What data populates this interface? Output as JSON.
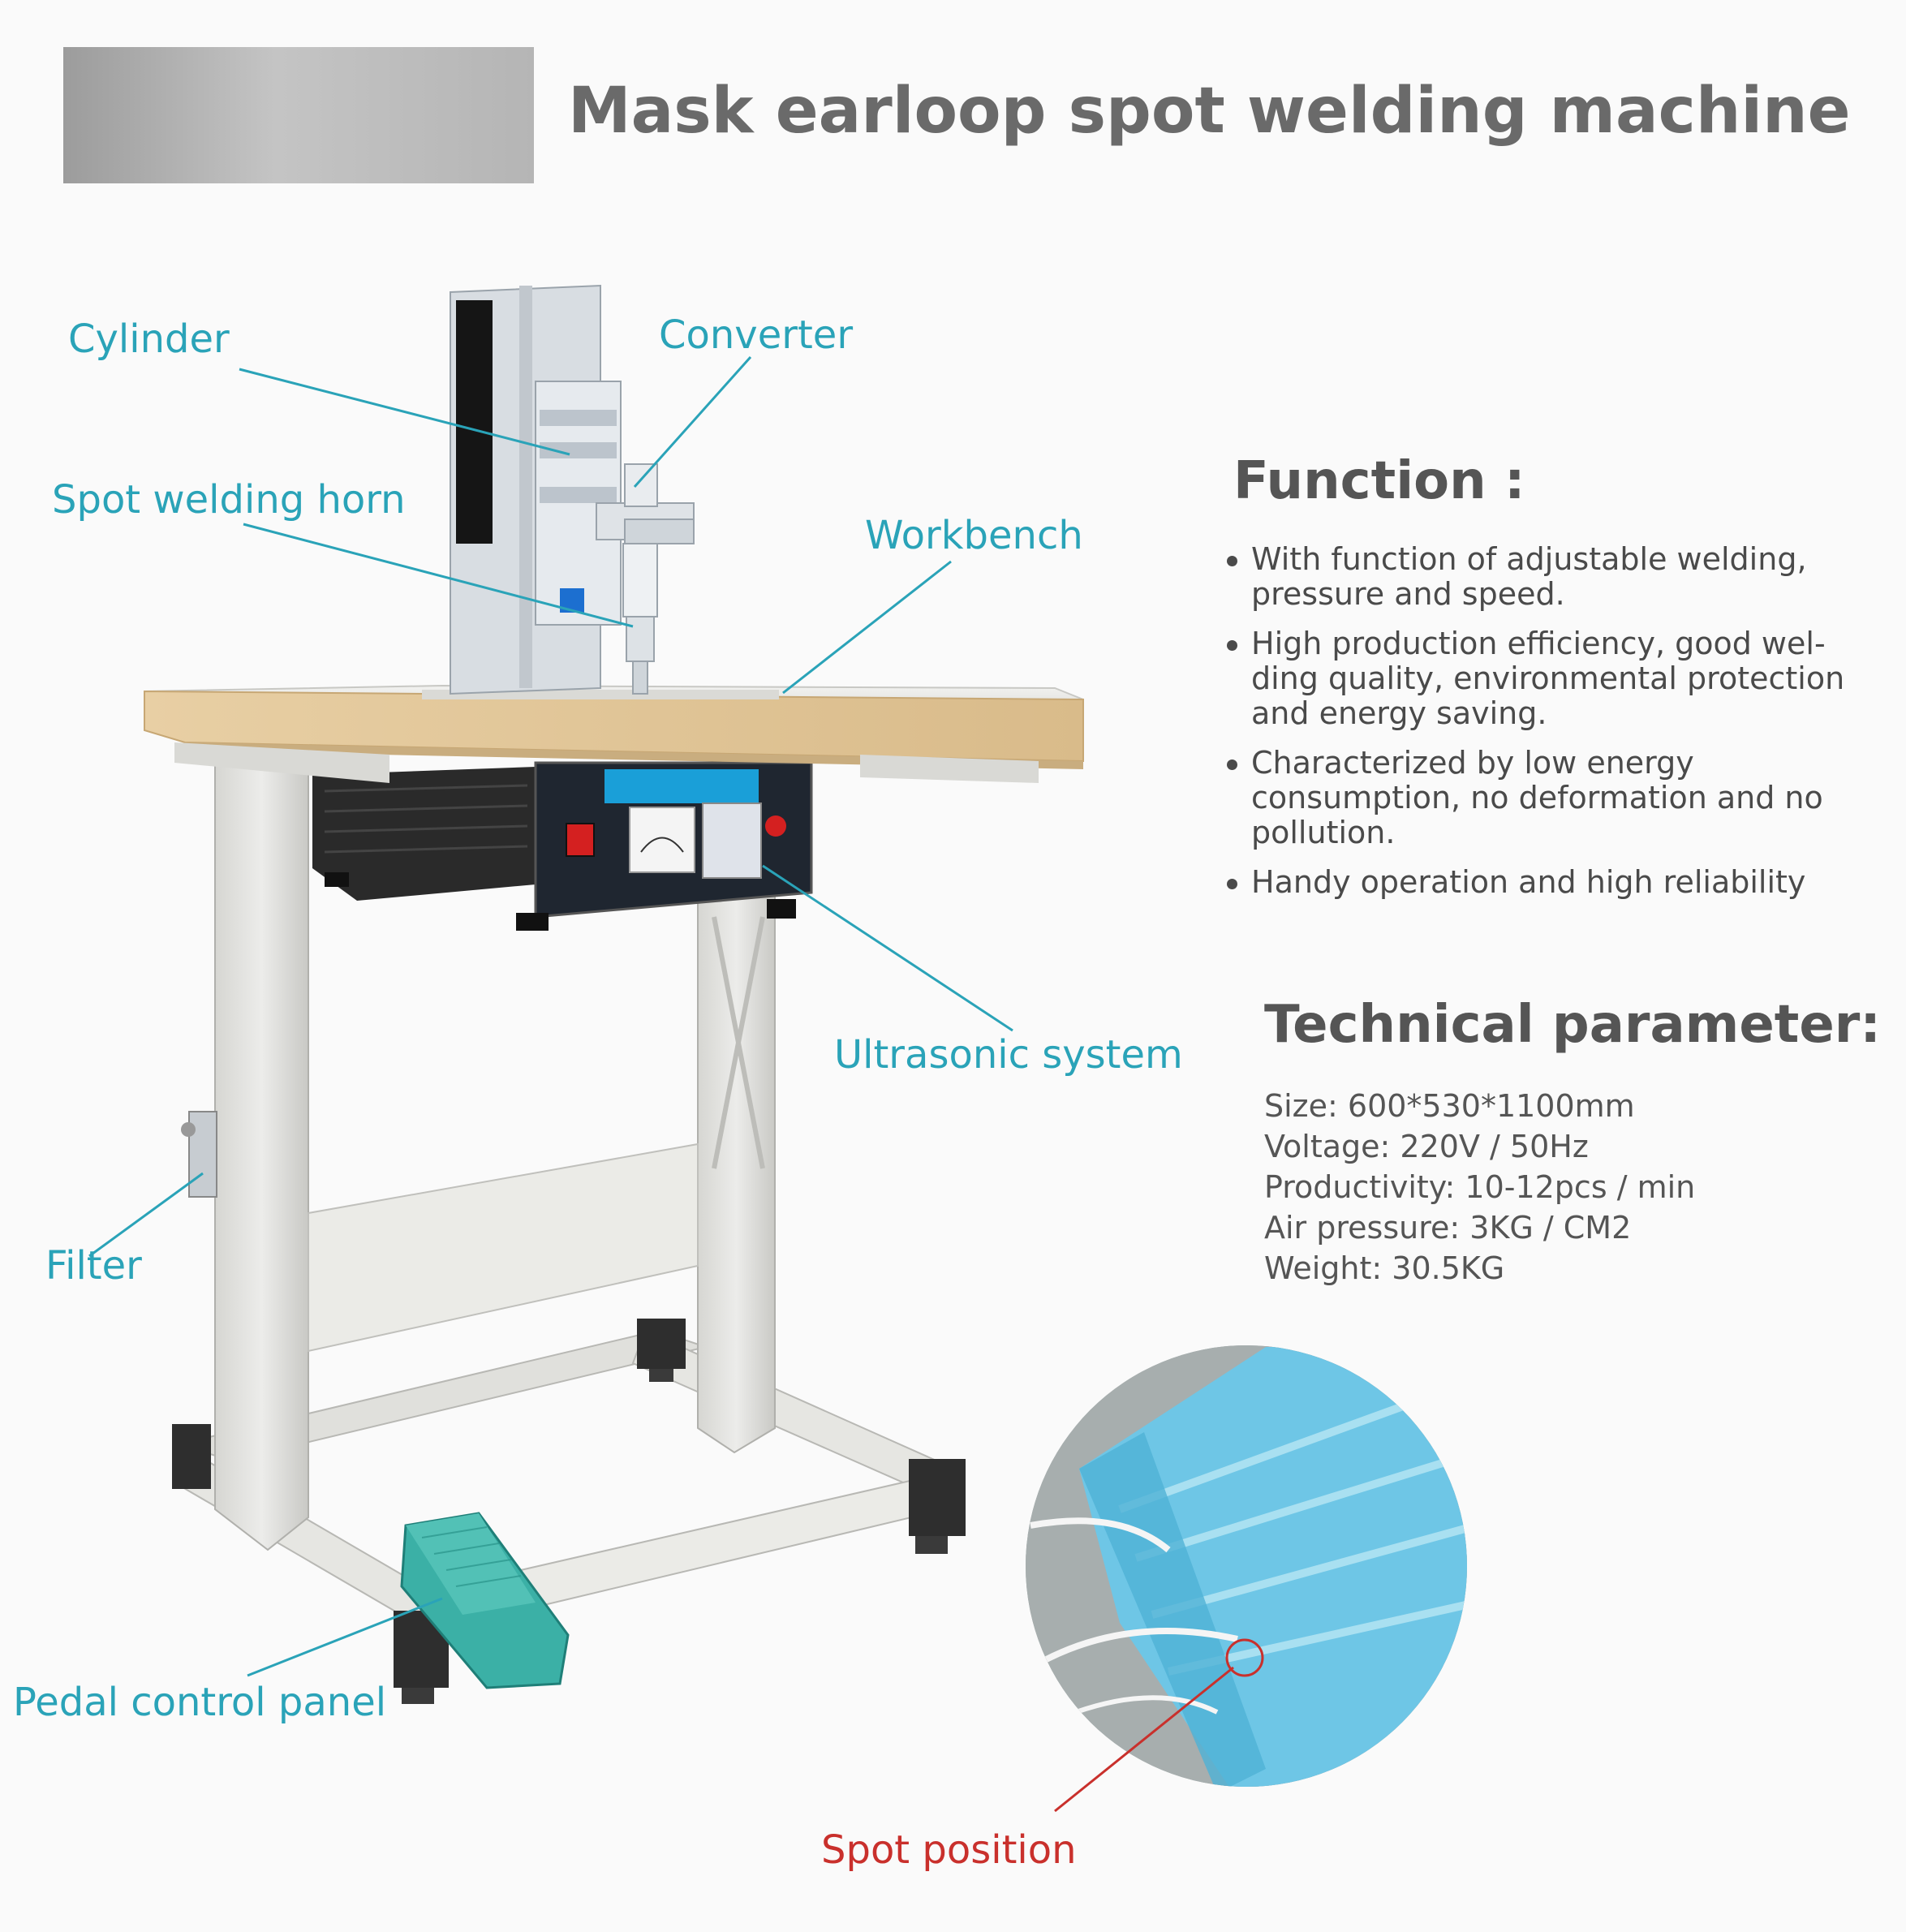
{
  "header": {
    "title": "Mask earloop spot welding machine"
  },
  "callouts": [
    {
      "id": "cylinder",
      "label": "Cylinder"
    },
    {
      "id": "converter",
      "label": "Converter"
    },
    {
      "id": "spot-welding-horn",
      "label": "Spot welding horn"
    },
    {
      "id": "workbench",
      "label": "Workbench"
    },
    {
      "id": "ultrasonic-system",
      "label": "Ultrasonic system"
    },
    {
      "id": "filter",
      "label": "Filter"
    },
    {
      "id": "pedal-control-panel",
      "label": "Pedal control panel"
    },
    {
      "id": "spot-position",
      "label": "Spot position"
    }
  ],
  "function": {
    "heading": "Function :",
    "items": [
      "With function of adjustable welding, pressure and speed.",
      "High production efficiency, good wel-ding quality, environmental protection and energy saving.",
      "Characterized by low energy consumption, no deformation and no pollution.",
      "Handy operation and high reliability"
    ]
  },
  "technical": {
    "heading": "Technical parameter:",
    "params": [
      "Size: 600*530*1100mm",
      "Voltage: 220V / 50Hz",
      "Productivity: 10-12pcs / min",
      "Air pressure: 3KG / CM2",
      "Weight: 30.5KG"
    ]
  },
  "colors": {
    "callout": "#2aa3b8",
    "spot_callout": "#c9302c",
    "heading": "#555555",
    "mask": "#6ec6e6"
  }
}
